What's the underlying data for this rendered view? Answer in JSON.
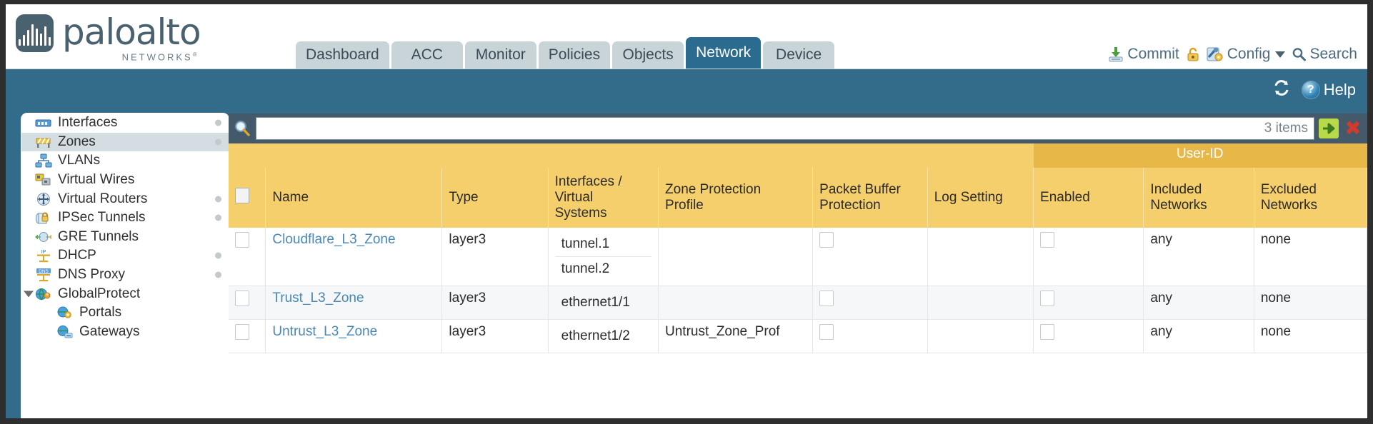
{
  "brand": {
    "name": "paloalto",
    "tagline": "NETWORKS",
    "registered": "®",
    "logo_color": "#4a6170"
  },
  "tabs": [
    {
      "label": "Dashboard",
      "active": false
    },
    {
      "label": "ACC",
      "active": false
    },
    {
      "label": "Monitor",
      "active": false
    },
    {
      "label": "Policies",
      "active": false
    },
    {
      "label": "Objects",
      "active": false
    },
    {
      "label": "Network",
      "active": true
    },
    {
      "label": "Device",
      "active": false
    }
  ],
  "header_actions": {
    "commit": "Commit",
    "commit_icon": "commit-download-icon",
    "lock_icon": "lock-icon",
    "config": "Config",
    "config_icon": "config-wrench-icon",
    "config_caret": "chevron-down-icon",
    "search": "Search",
    "search_icon": "search-magnifier-icon"
  },
  "toolbar": {
    "refresh_icon": "refresh-icon",
    "help": "Help",
    "help_icon": "help-question-icon"
  },
  "sidebar": {
    "items": [
      {
        "label": "Interfaces",
        "icon": "interfaces-icon",
        "dot": true,
        "selected": false,
        "child": false,
        "expander": false
      },
      {
        "label": "Zones",
        "icon": "zones-barrier-icon",
        "dot": true,
        "selected": true,
        "child": false,
        "expander": false
      },
      {
        "label": "VLANs",
        "icon": "vlans-network-icon",
        "dot": false,
        "selected": false,
        "child": false,
        "expander": false
      },
      {
        "label": "Virtual Wires",
        "icon": "virtual-wires-icon",
        "dot": false,
        "selected": false,
        "child": false,
        "expander": false
      },
      {
        "label": "Virtual Routers",
        "icon": "virtual-routers-icon",
        "dot": true,
        "selected": false,
        "child": false,
        "expander": false
      },
      {
        "label": "IPSec Tunnels",
        "icon": "ipsec-tunnels-lock-icon",
        "dot": true,
        "selected": false,
        "child": false,
        "expander": false
      },
      {
        "label": "GRE Tunnels",
        "icon": "gre-tunnels-icon",
        "dot": false,
        "selected": false,
        "child": false,
        "expander": false
      },
      {
        "label": "DHCP",
        "icon": "dhcp-ip-icon",
        "dot": true,
        "selected": false,
        "child": false,
        "expander": false
      },
      {
        "label": "DNS Proxy",
        "icon": "dns-proxy-icon",
        "dot": true,
        "selected": false,
        "child": false,
        "expander": false
      },
      {
        "label": "GlobalProtect",
        "icon": "globalprotect-globe-icon",
        "dot": false,
        "selected": false,
        "child": false,
        "expander": true
      },
      {
        "label": "Portals",
        "icon": "portals-globe-icon",
        "dot": false,
        "selected": false,
        "child": true,
        "expander": false
      },
      {
        "label": "Gateways",
        "icon": "gateways-globe-icon",
        "dot": false,
        "selected": false,
        "child": true,
        "expander": false
      }
    ]
  },
  "search": {
    "value": "",
    "item_count": "3 items",
    "apply_icon": "green-arrow-apply-icon",
    "clear_icon": "red-x-clear-icon",
    "magnifier_icon": "search-magnifier-icon"
  },
  "table": {
    "group_header": "User-ID",
    "columns": [
      "Name",
      "Type",
      "Interfaces / Virtual Systems",
      "Zone Protection Profile",
      "Packet Buffer Protection",
      "Log Setting",
      "Enabled",
      "Included Networks",
      "Excluded Networks"
    ],
    "col_interfaces_l1": "Interfaces /",
    "col_interfaces_l2": "Virtual",
    "col_interfaces_l3": "Systems",
    "col_zone_l1": "Zone Protection",
    "col_zone_l2": "Profile",
    "col_packet_l1": "Packet Buffer",
    "col_packet_l2": "Protection",
    "col_included_l1": "Included",
    "col_included_l2": "Networks",
    "col_excluded_l1": "Excluded",
    "col_excluded_l2": "Networks",
    "rows": [
      {
        "name": "Cloudflare_L3_Zone",
        "type": "layer3",
        "interfaces": [
          "tunnel.1",
          "tunnel.2"
        ],
        "zone_protection_profile": "",
        "packet_buffer_protection": false,
        "log_setting": "",
        "enabled": false,
        "included_networks": "any",
        "excluded_networks": "none",
        "alt": false
      },
      {
        "name": "Trust_L3_Zone",
        "type": "layer3",
        "interfaces": [
          "ethernet1/1"
        ],
        "zone_protection_profile": "",
        "packet_buffer_protection": false,
        "log_setting": "",
        "enabled": false,
        "included_networks": "any",
        "excluded_networks": "none",
        "alt": true
      },
      {
        "name": "Untrust_L3_Zone",
        "type": "layer3",
        "interfaces": [
          "ethernet1/2"
        ],
        "zone_protection_profile": "Untrust_Zone_Prof",
        "packet_buffer_protection": false,
        "log_setting": "",
        "enabled": false,
        "included_networks": "any",
        "excluded_networks": "none",
        "alt": false
      }
    ]
  },
  "colors": {
    "body_bg": "#336b8a",
    "tab_active": "#2b6b8f",
    "tab_inactive": "#c9d4d8",
    "table_header": "#f5cf6b",
    "table_group_header": "#e7b748",
    "link": "#4a87b5",
    "searchbar_bg": "#44596a"
  }
}
